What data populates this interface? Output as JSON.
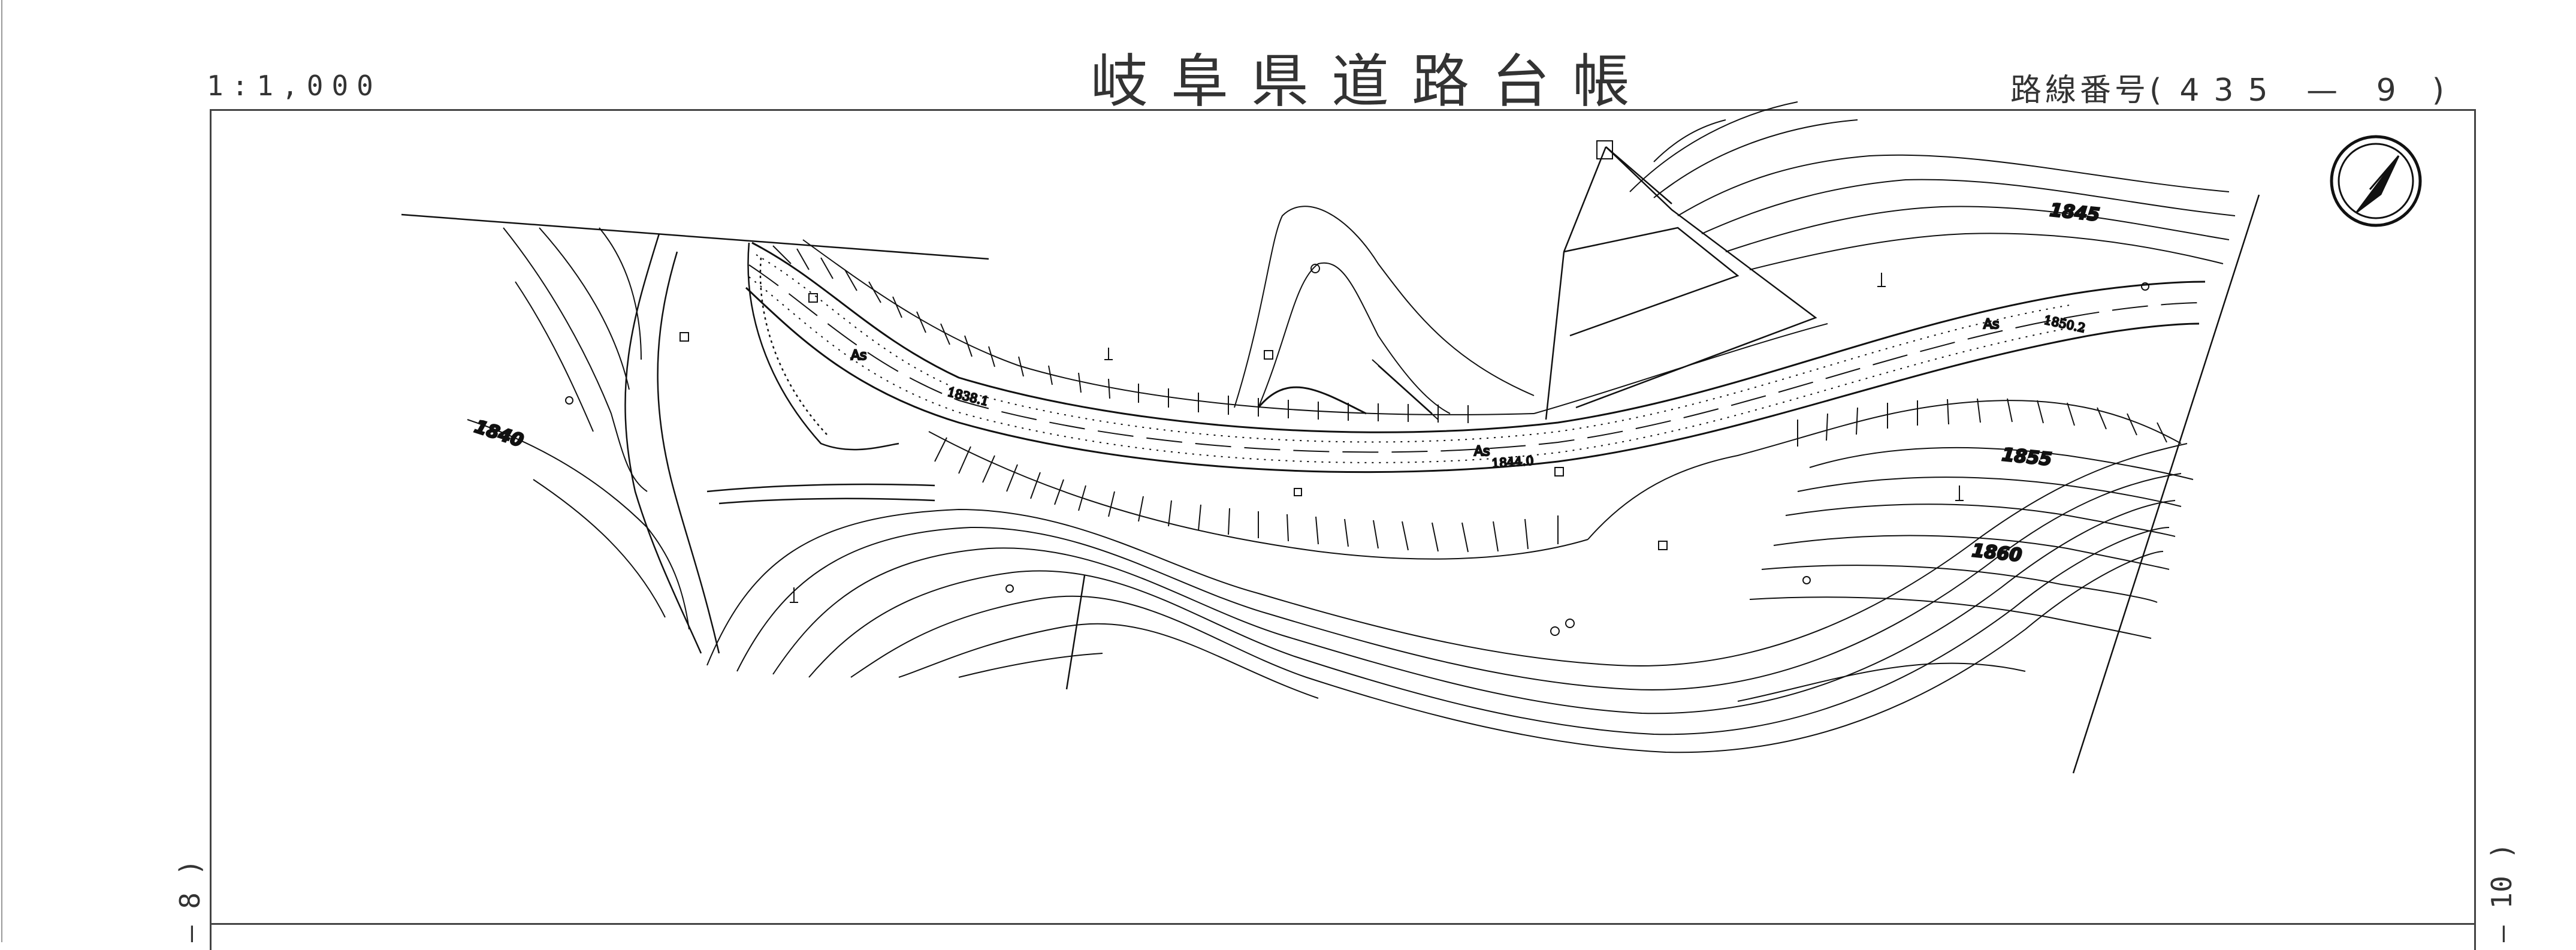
{
  "header": {
    "scale": "1:1,000",
    "title": "岐阜県道路台帳",
    "route_label": "路線番号",
    "route_number": "435 — 9",
    "route_open": "(",
    "route_close": ")"
  },
  "sheet_refs": {
    "left": "— 8 )",
    "right": "— 10 )"
  },
  "map": {
    "contour_labels": [
      "1840",
      "1845",
      "1855",
      "1860"
    ],
    "road_labels": [
      "As",
      "As",
      "As"
    ],
    "spot_elevations": [
      "1838.1",
      "1844.0",
      "1850.2"
    ],
    "north_arrow": "north-arrow-icon",
    "line_color": "#111111"
  }
}
